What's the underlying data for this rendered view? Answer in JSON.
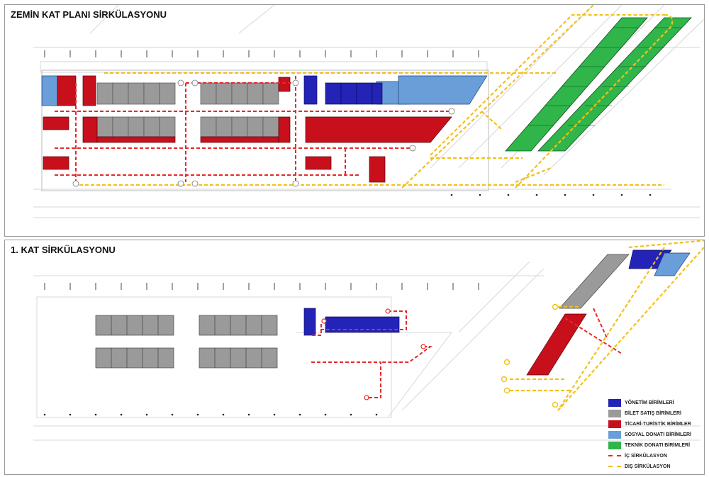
{
  "panels": {
    "ground": {
      "title": "ZEMİN KAT PLANI SİRKÜLASYONU"
    },
    "first": {
      "title": "1. KAT SİRKÜLASYONU"
    }
  },
  "legend": {
    "items": [
      {
        "label": "YÖNETİM BİRİMLERİ",
        "kind": "swatch",
        "color": "#2323b8"
      },
      {
        "label": "BİLET SATIŞ BİRİMLERİ",
        "kind": "swatch",
        "color": "#9a9a9a"
      },
      {
        "label": "TİCARİ-TURİSTİK BİRİMLER",
        "kind": "swatch",
        "color": "#c8101c"
      },
      {
        "label": "SOSYAL DONATI BİRİMLERİ",
        "kind": "swatch",
        "color": "#6a9ed8"
      },
      {
        "label": "TEKNİK DONATI BİRİMLERİ",
        "kind": "swatch",
        "color": "#2fb54a"
      },
      {
        "label": "İÇ SİRKÜLASYON",
        "kind": "line",
        "color": "#e8282a"
      },
      {
        "label": "DIŞ SİRKÜLASYON",
        "kind": "line",
        "color": "#f2c11a"
      }
    ]
  },
  "colors": {
    "admin": "#2323b8",
    "ticket": "#9a9a9a",
    "commercial": "#c8101c",
    "social": "#6a9ed8",
    "technical": "#2fb54a",
    "inner_circulation": "#e8282a",
    "outer_circulation": "#f2c11a"
  }
}
